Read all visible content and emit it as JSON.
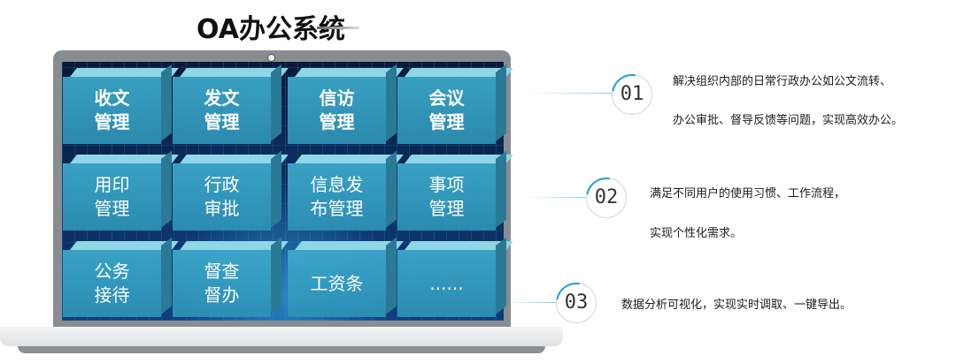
{
  "title": "OA办公系统",
  "modules": [
    {
      "label": "收文\n管理",
      "bold": true
    },
    {
      "label": "发文\n管理",
      "bold": true
    },
    {
      "label": "信访\n管理",
      "bold": true
    },
    {
      "label": "会议\n管理",
      "bold": true
    },
    {
      "label": "用印\n管理",
      "bold": false
    },
    {
      "label": "行政\n审批",
      "bold": false
    },
    {
      "label": "信息发\n布管理",
      "bold": false
    },
    {
      "label": "事项\n管理",
      "bold": false
    },
    {
      "label": "公务\n接待",
      "bold": false
    },
    {
      "label": "督查\n督办",
      "bold": false
    },
    {
      "label": "工资条",
      "bold": false
    },
    {
      "label": "......",
      "bold": false
    }
  ],
  "features": [
    {
      "num": "01",
      "lines": [
        "解决组织内部的日常行政办公如公文流转、",
        "办公审批、督导反馈等问题，实现高效办公。"
      ]
    },
    {
      "num": "02",
      "lines": [
        "满足不同用户的使用习惯、工作流程，",
        "实现个性化需求。"
      ]
    },
    {
      "num": "03",
      "lines": [
        "数据分析可视化，实现实时调取、一键导出。"
      ]
    }
  ],
  "colors": {
    "cube_front": "#3dabcd",
    "cube_top": "#8fd6e6",
    "cube_side": "#2a7a96",
    "accent": "#1fa3d8",
    "screen": "#0a2b58"
  }
}
